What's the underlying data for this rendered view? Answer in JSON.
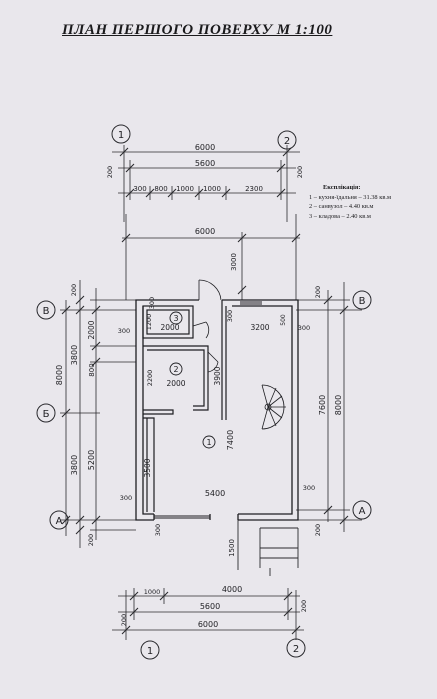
{
  "title": "ПЛАН ПЕРШОГО ПОВЕРХУ М 1:100",
  "legend": {
    "heading": "Експлікація:",
    "items": [
      "1 – кухня-їдальня – 31.38 кв.м",
      "2 – санвузол – 4.40 кв.м",
      "3 – кладова – 2.40 кв.м"
    ]
  },
  "axes": {
    "top_left": "1",
    "top_right": "2",
    "bottom_left": "1",
    "bottom_right": "2",
    "left_top": "В",
    "left_mid": "Б",
    "left_bottom": "А",
    "right_top": "В",
    "right_bottom": "А"
  },
  "dims": {
    "top_total": "6000",
    "top_inner": "5600",
    "top_offset_left": "200",
    "top_offset_right": "200",
    "top_chain": [
      "300",
      "800",
      "1000",
      "1000",
      "2300"
    ],
    "upper_total": "6000",
    "porch_depth": "3000",
    "left_total": "8000",
    "left_upper": "3800",
    "left_lower": "3800",
    "left_inner_upper": "2000",
    "left_inner_mid": "800",
    "left_inner_lower": "5200",
    "left_top_offset": "200",
    "left_bottom_offset": "200",
    "right_total": "8000",
    "right_inner": "7600",
    "right_top_offset": "200",
    "right_bottom_offset": "200",
    "bottom_total": "6000",
    "bottom_inner": "5600",
    "bottom_chain_left": "1000",
    "bottom_chain_right": "4000",
    "bottom_offset_left": "200",
    "bottom_offset_right": "200",
    "room3_w": "2000",
    "room3_h": "1200",
    "room2_w": "2000",
    "room2_h": "2200",
    "kitchen_w": "3200",
    "kitchen_h": "3900",
    "room1_h": "7400",
    "room1_lower_h": "3500",
    "room1_w": "5400",
    "wall": "300",
    "step_pad": "500",
    "stair_run": "1500"
  },
  "rooms": {
    "r1": "1",
    "r2": "2",
    "r3": "3"
  }
}
